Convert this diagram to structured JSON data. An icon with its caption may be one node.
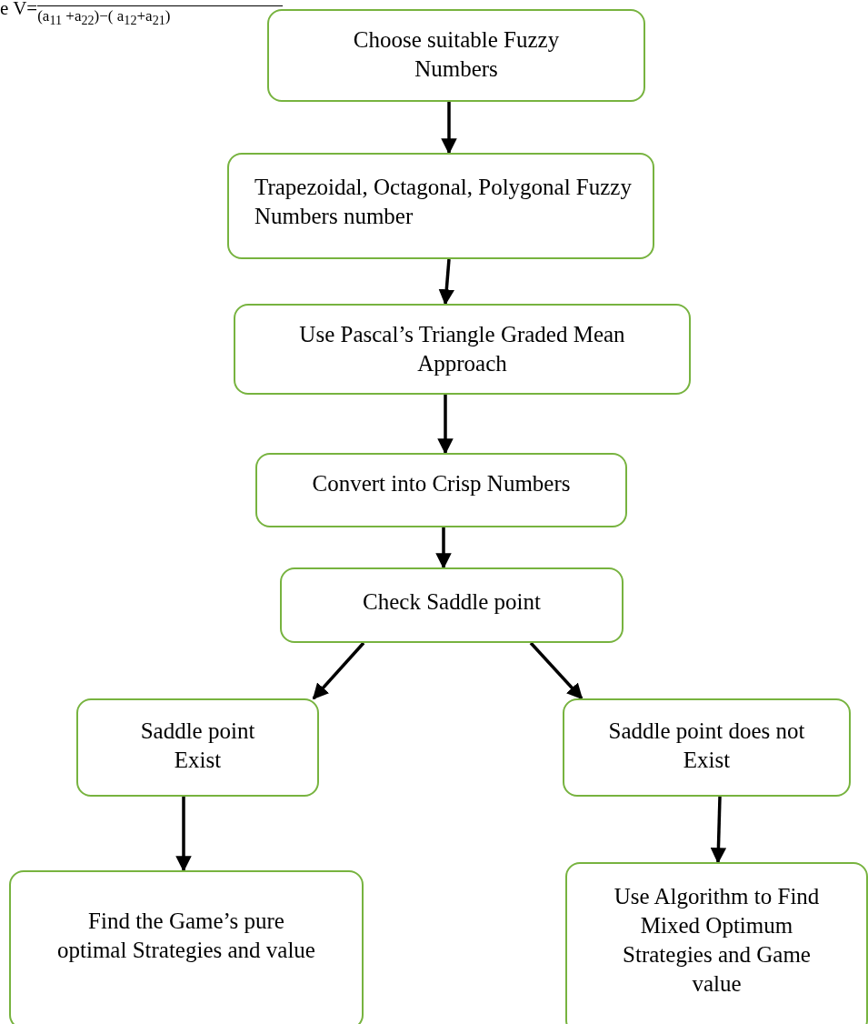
{
  "diagram": {
    "nodes": [
      {
        "text": [
          "Choose suitable Fuzzy Numbers"
        ]
      },
      {
        "text": [
          "Trapezoidal, Octagonal, Polygonal Fuzzy Numbers number"
        ]
      },
      {
        "text": [
          "Use Pascal’s Triangle Graded Mean Approach"
        ]
      },
      {
        "text": [
          "Convert into Crisp Numbers"
        ]
      },
      {
        "text": [
          "Check Saddle point"
        ]
      },
      {
        "text": [
          "Saddle point Exist"
        ]
      },
      {
        "text": [
          "Saddle point does not Exist"
        ]
      },
      {
        "text": [
          "Find the Game’s pure optimal Strategies and value"
        ]
      },
      {
        "text": [
          "Use Algorithm to Find Mixed Optimum Strategies and Game value"
        ]
      }
    ],
    "edges": [
      {
        "from": 0,
        "to": 1,
        "arrow": "to"
      },
      {
        "from": 1,
        "to": 2,
        "arrow": "to"
      },
      {
        "from": 2,
        "to": 3,
        "arrow": "to"
      },
      {
        "from": 3,
        "to": 4,
        "arrow": "to"
      },
      {
        "from": 4,
        "to": 5,
        "arrow": "to"
      },
      {
        "from": 4,
        "to": 6,
        "arrow": "to"
      },
      {
        "from": 5,
        "to": 7,
        "arrow": "to"
      },
      {
        "from": 6,
        "to": 8,
        "arrow": "to"
      }
    ],
    "labels": [
      "e V=",
      "(a$_{11}$ +a$_{22}$)−( a$_{12}$+a$_{21}$)"
    ]
  }
}
